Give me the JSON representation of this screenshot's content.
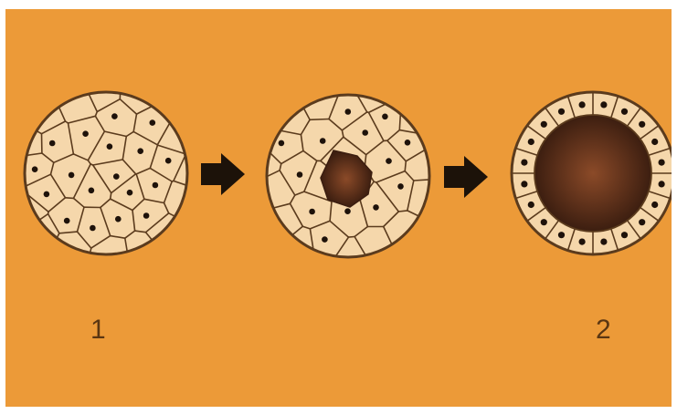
{
  "stages": [
    {
      "label": "1",
      "type": "solid-cell-mass"
    },
    {
      "type": "cavitating-cell-mass"
    },
    {
      "label": "2",
      "type": "hollow-blastula"
    }
  ],
  "arrows": [
    {
      "icon": "right-arrow-icon"
    },
    {
      "icon": "right-arrow-icon"
    }
  ],
  "colors": {
    "background": "#ec9a38",
    "cell_fill": "#f5d7ab",
    "cell_outline": "#5b3b1d",
    "nucleus": "#1e120a",
    "cavity_center": "#8b4a28",
    "cavity_edge": "#3c1e10",
    "arrow": "#1c1209",
    "label_text": "#5a3612"
  }
}
